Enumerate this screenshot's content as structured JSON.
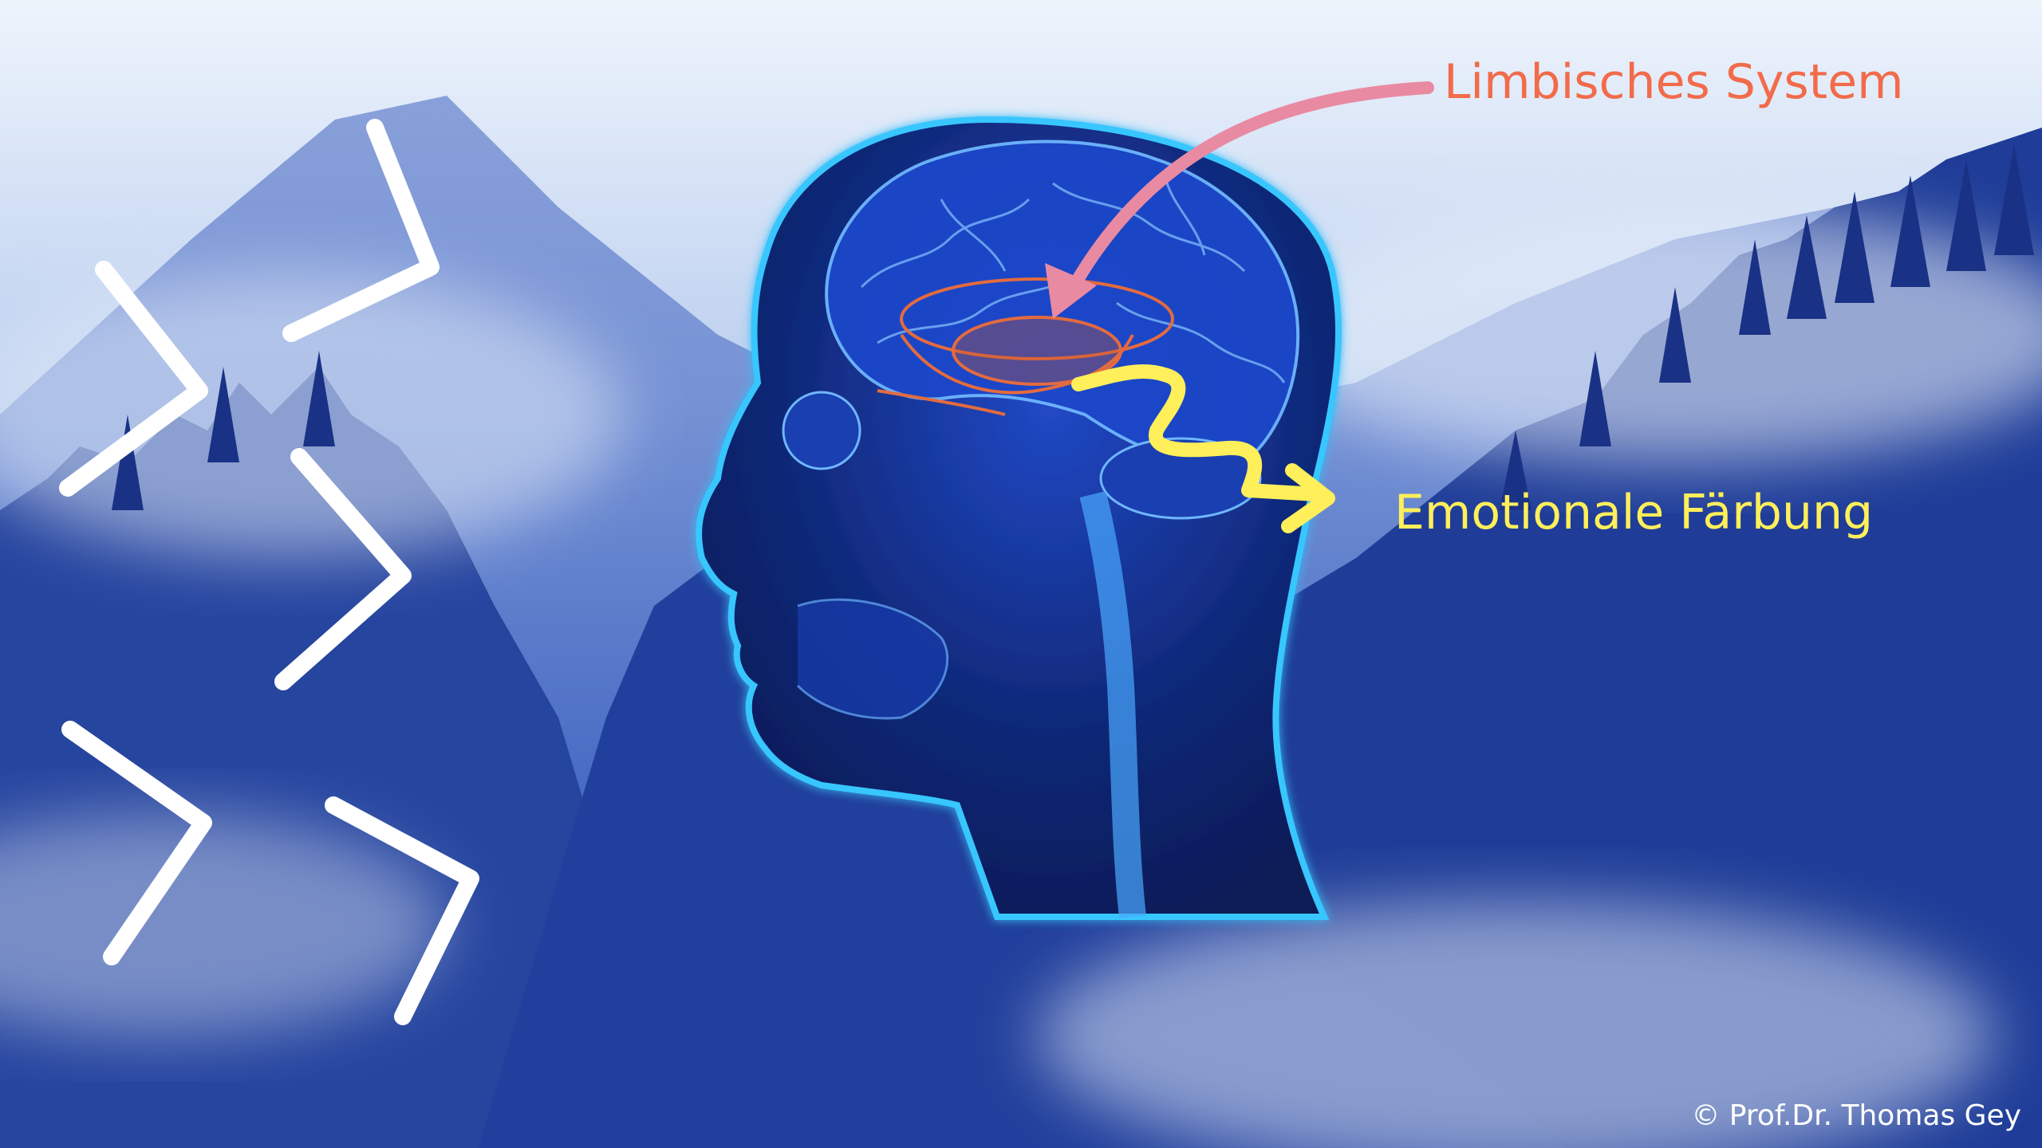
{
  "slide": {
    "labels": {
      "limbic_system": "Limbisches System",
      "emotional_coloring": "Emotionale Färbung"
    },
    "copyright": "© Prof.Dr. Thomas Gey"
  },
  "colors": {
    "sky_top": "#e9f1fb",
    "mountain_blue": "#2a4fb0",
    "forest_dark": "#1a2f86",
    "head_glow": "#37c2ff",
    "head_fill": "#0e1f6b",
    "limbic_orange": "#e36b3f",
    "limbic_label": "#f26b4a",
    "arrow_pink": "#e98aa3",
    "wave_yellow": "#ffef5a",
    "chevron_white": "#ffffff"
  },
  "icons": {
    "chevrons": "chevron-right-icon",
    "head": "head-brain-illustration",
    "arrow": "curved-arrow-icon",
    "wave": "squiggle-arrow-icon"
  }
}
